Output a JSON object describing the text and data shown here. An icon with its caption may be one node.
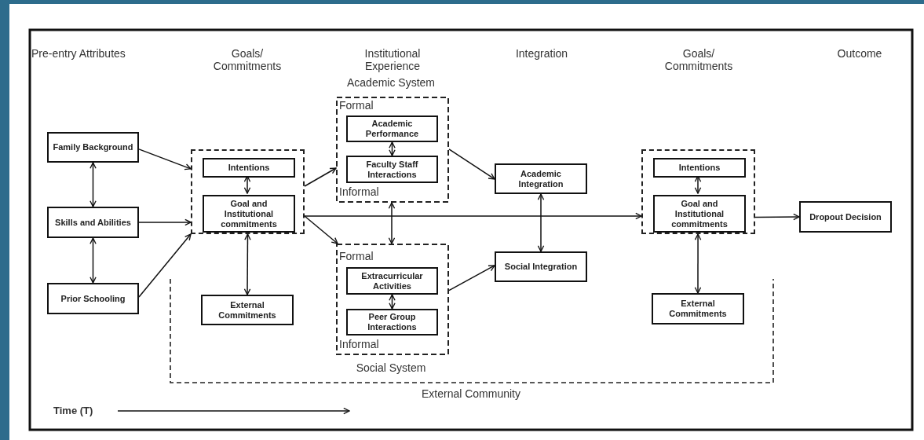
{
  "diagram": {
    "nodes": [
      {
        "text": [
          "Family Background"
        ]
      },
      {
        "text": [
          "Skills and Abilities"
        ]
      },
      {
        "text": [
          "Prior Schooling"
        ]
      },
      {
        "text": [],
        "shape": "box"
      },
      {
        "text": [
          "Intentions"
        ],
        "in": 3
      },
      {
        "text": [
          "Goal and Institutional commitments"
        ],
        "in": 3
      },
      {
        "text": [
          "External Commitments"
        ]
      },
      {
        "text": [
          "Academic System",
          "Formal",
          "Informal"
        ]
      },
      {
        "text": [
          "Academic Performance"
        ],
        "in": 7
      },
      {
        "text": [
          "Faculty Staff Interactions"
        ],
        "in": 7
      },
      {
        "text": [
          "Formal",
          "Informal",
          "Social System"
        ]
      },
      {
        "text": [
          "Extracurricular Activities"
        ],
        "in": 10
      },
      {
        "text": [
          "Peer Group Interactions"
        ],
        "in": 10
      },
      {
        "text": [
          "Academic Integration"
        ]
      },
      {
        "text": [
          "Social Integration"
        ]
      },
      {
        "text": [],
        "shape": "box"
      },
      {
        "text": [
          "Intentions"
        ],
        "in": 15
      },
      {
        "text": [
          "Goal and Institutional commitments"
        ],
        "in": 15
      },
      {
        "text": [
          "External Commitments"
        ]
      },
      {
        "text": [
          "Dropout Decision"
        ]
      }
    ],
    "edges": [
      {
        "from": 0,
        "to": 3,
        "arrow": "to"
      },
      {
        "from": 1,
        "to": 3,
        "arrow": "to"
      },
      {
        "from": 2,
        "to": 3,
        "arrow": "to"
      },
      {
        "from": 0,
        "to": 1,
        "arrow": "both"
      },
      {
        "from": 1,
        "to": 2,
        "arrow": "both"
      },
      {
        "from": 4,
        "to": 5,
        "arrow": "both"
      },
      {
        "from": 3,
        "to": 6,
        "arrow": "both"
      },
      {
        "from": 3,
        "to": 7,
        "arrow": "to"
      },
      {
        "from": 3,
        "to": 10,
        "arrow": "to"
      },
      {
        "from": 3,
        "to": 15,
        "arrow": "to"
      },
      {
        "from": 8,
        "to": 9,
        "arrow": "both"
      },
      {
        "from": 7,
        "to": 10,
        "arrow": "both"
      },
      {
        "from": 11,
        "to": 12,
        "arrow": "both"
      },
      {
        "from": 7,
        "to": 13,
        "arrow": "to"
      },
      {
        "from": 10,
        "to": 14,
        "arrow": "to"
      },
      {
        "from": 13,
        "to": 14,
        "arrow": "both"
      },
      {
        "from": 16,
        "to": 17,
        "arrow": "both"
      },
      {
        "from": 15,
        "to": 18,
        "arrow": "both"
      },
      {
        "from": 15,
        "to": 19,
        "arrow": "to"
      }
    ],
    "labels": [
      "Pre-entry Attributes",
      "Goals/ Commitments",
      "Institutional Experience",
      "Integration",
      "Goals/ Commitments",
      "Outcome",
      "External Community",
      "Time (T)"
    ]
  }
}
